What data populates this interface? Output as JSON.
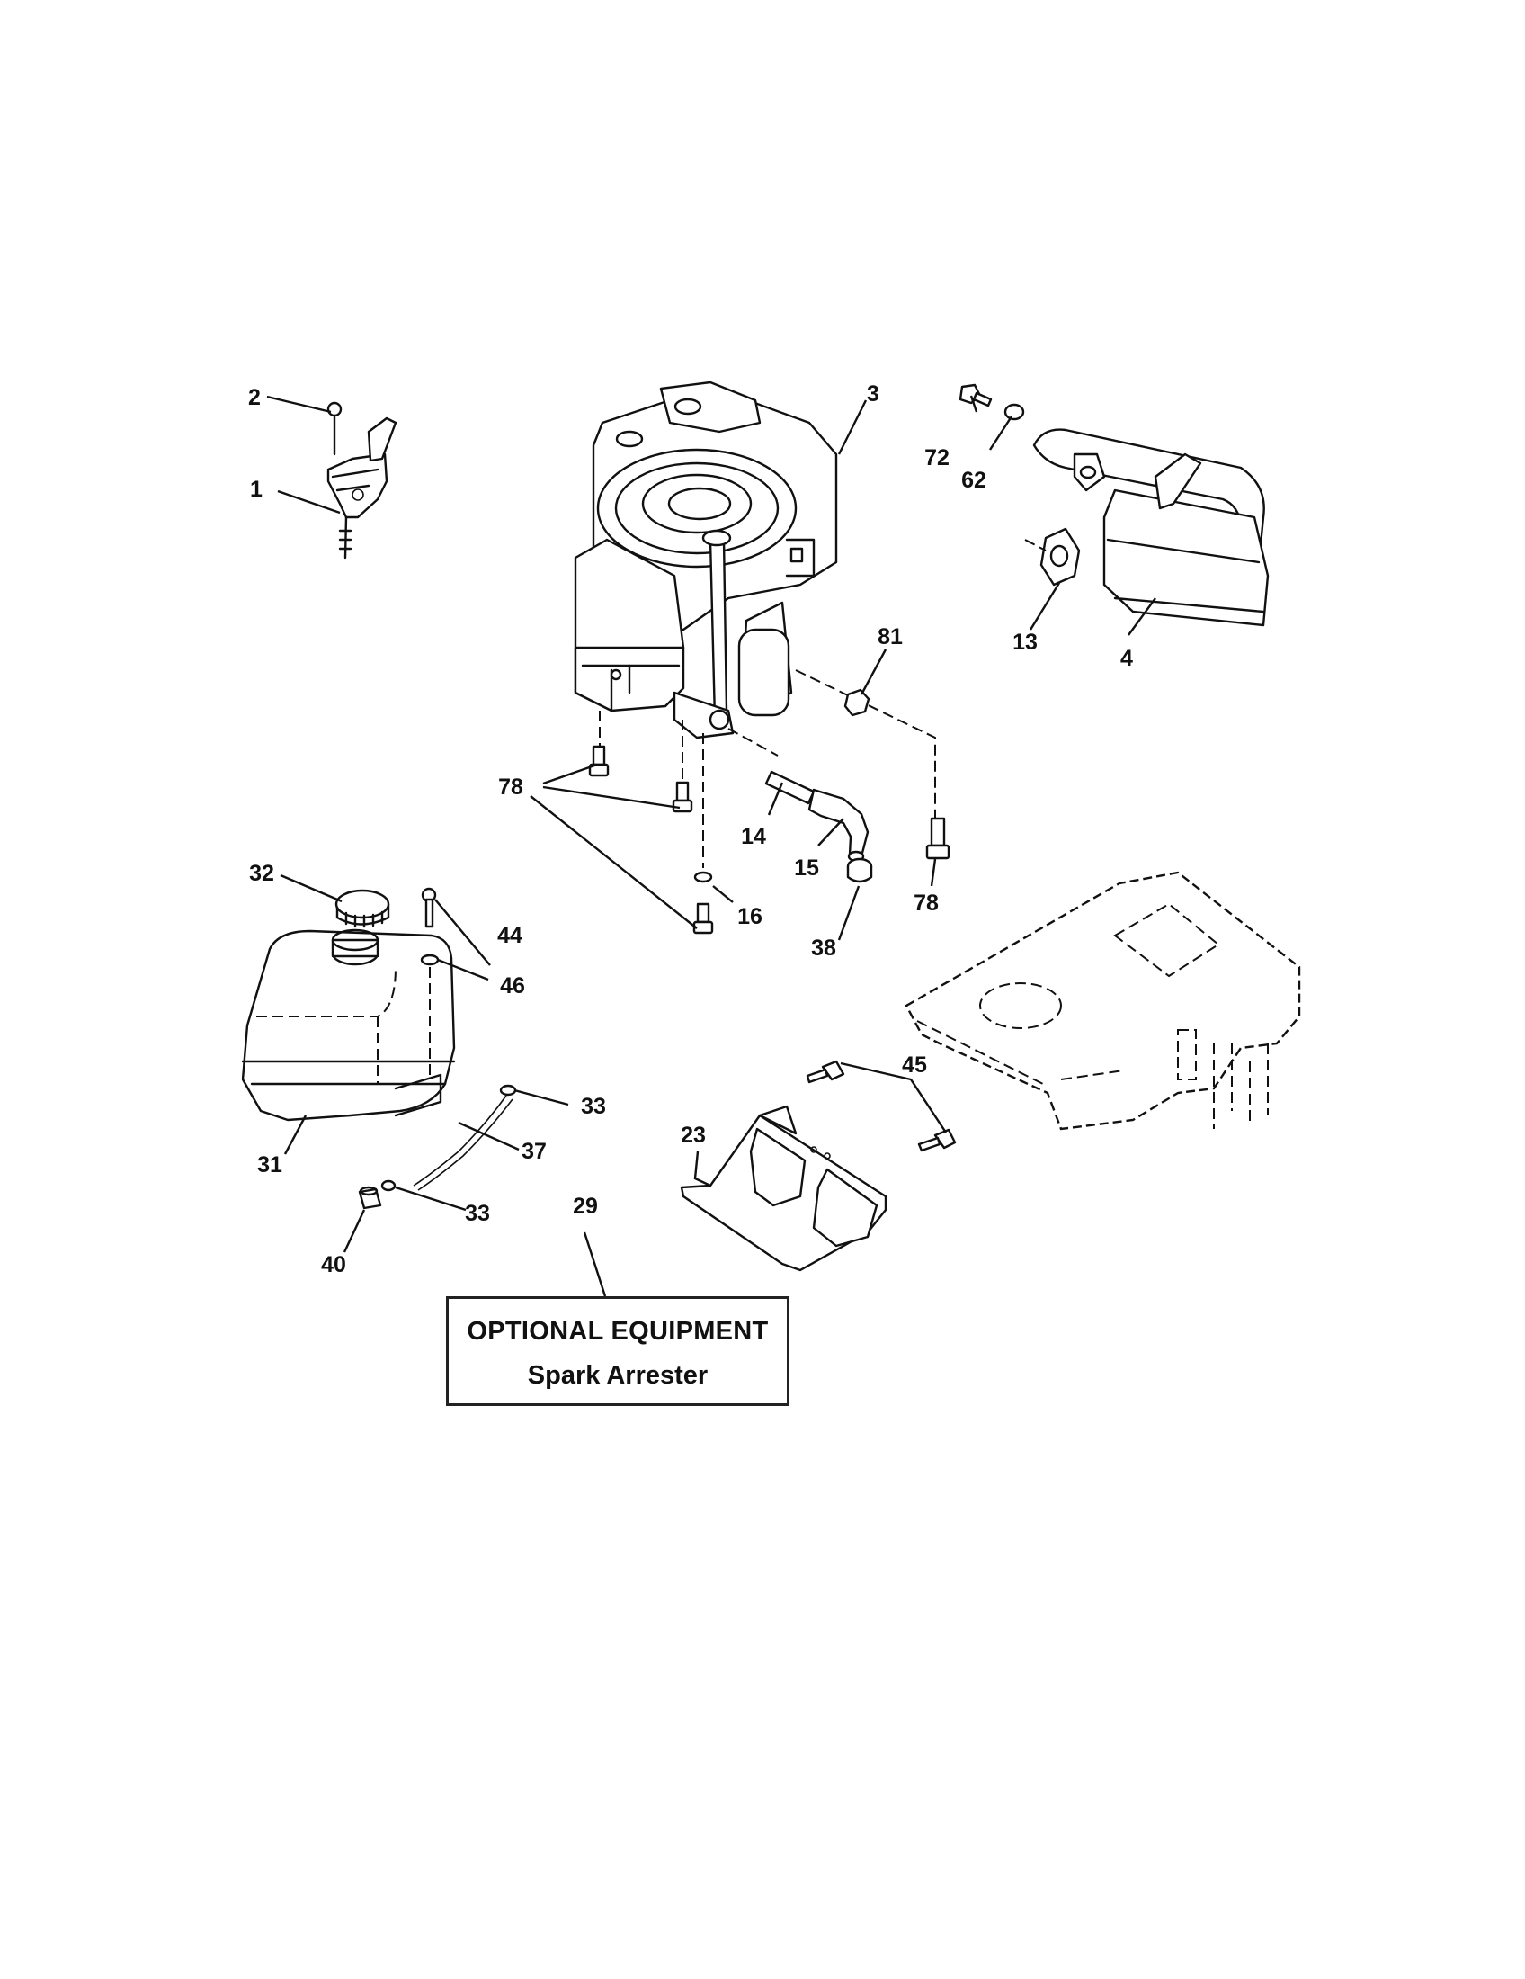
{
  "callouts": {
    "c1": "1",
    "c2": "2",
    "c3": "3",
    "c4": "4",
    "c13": "13",
    "c14": "14",
    "c15": "15",
    "c16": "16",
    "c23": "23",
    "c29": "29",
    "c31": "31",
    "c32": "32",
    "c33a": "33",
    "c33b": "33",
    "c37": "37",
    "c38": "38",
    "c40": "40",
    "c44": "44",
    "c45": "45",
    "c46": "46",
    "c62": "62",
    "c72": "72",
    "c78a": "78",
    "c78b": "78",
    "c81": "81"
  },
  "optional_box": {
    "title": "OPTIONAL EQUIPMENT",
    "subtitle": "Spark Arrester"
  }
}
